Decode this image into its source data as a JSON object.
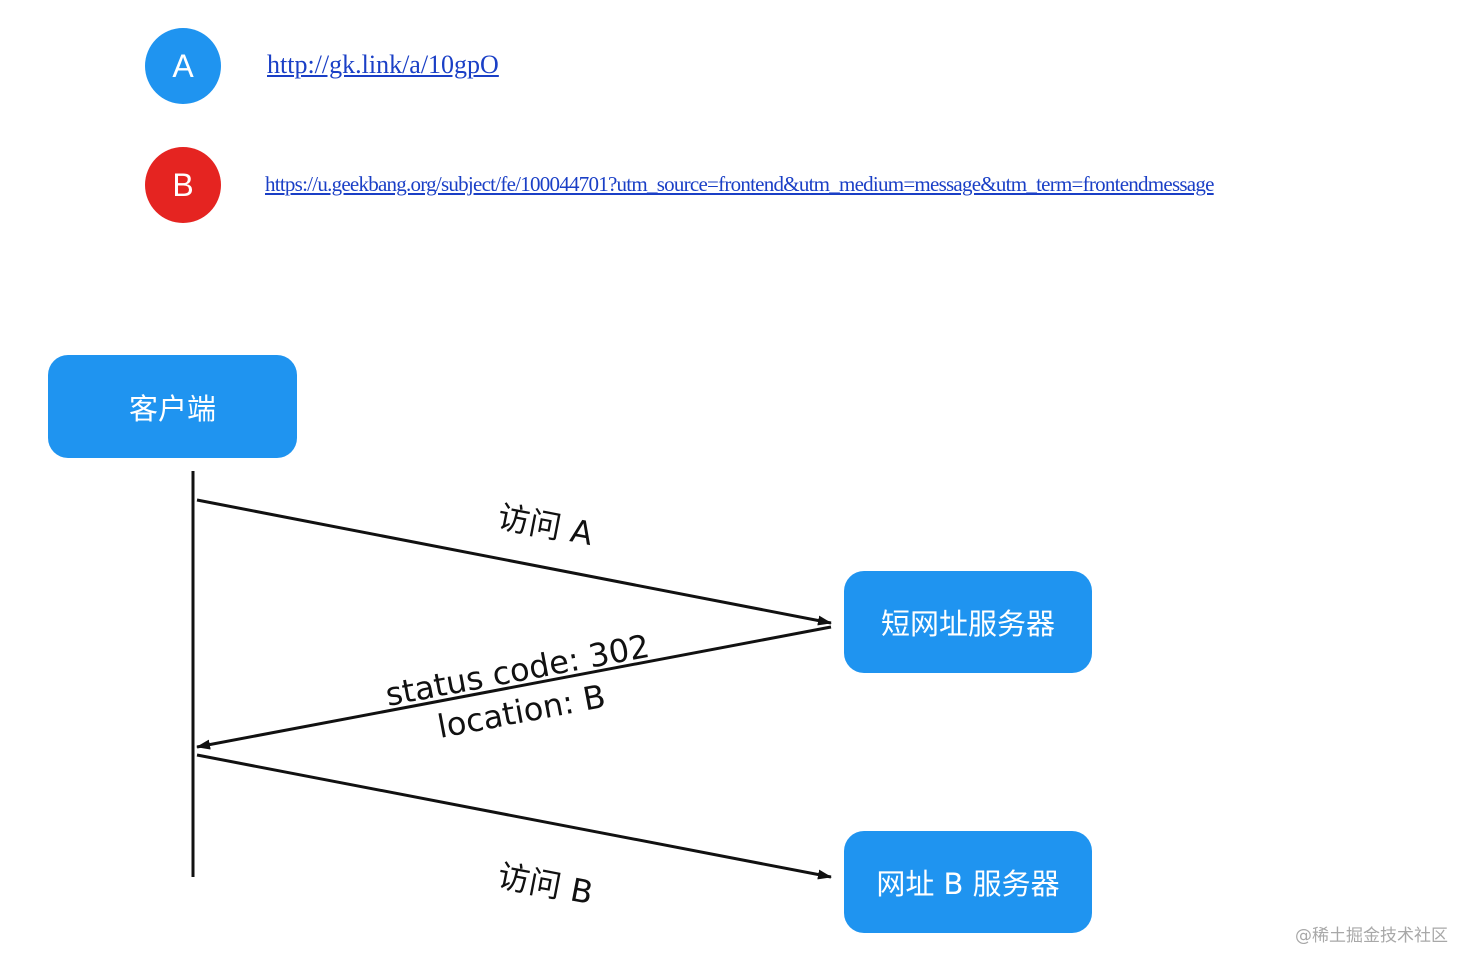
{
  "urls": {
    "a": {
      "badge": "A",
      "url": "http://gk.link/a/10gpO",
      "badge_color": "#1f94f0"
    },
    "b": {
      "badge": "B",
      "url": "https://u.geekbang.org/subject/fe/100044701?utm_source=frontend&utm_medium=message&utm_term=frontendmessage",
      "badge_color": "#e52421"
    }
  },
  "link_color": "#1a3fc6",
  "box_color": "#1f94f0",
  "nodes": {
    "client": "客户端",
    "short_server": "短网址服务器",
    "b_server": "网址 B 服务器"
  },
  "messages": {
    "visit_a": "访问 A",
    "status_code": "status code: 302",
    "location": "location: B",
    "visit_b": "访问 B"
  },
  "watermark": "@稀土掘金技术社区"
}
